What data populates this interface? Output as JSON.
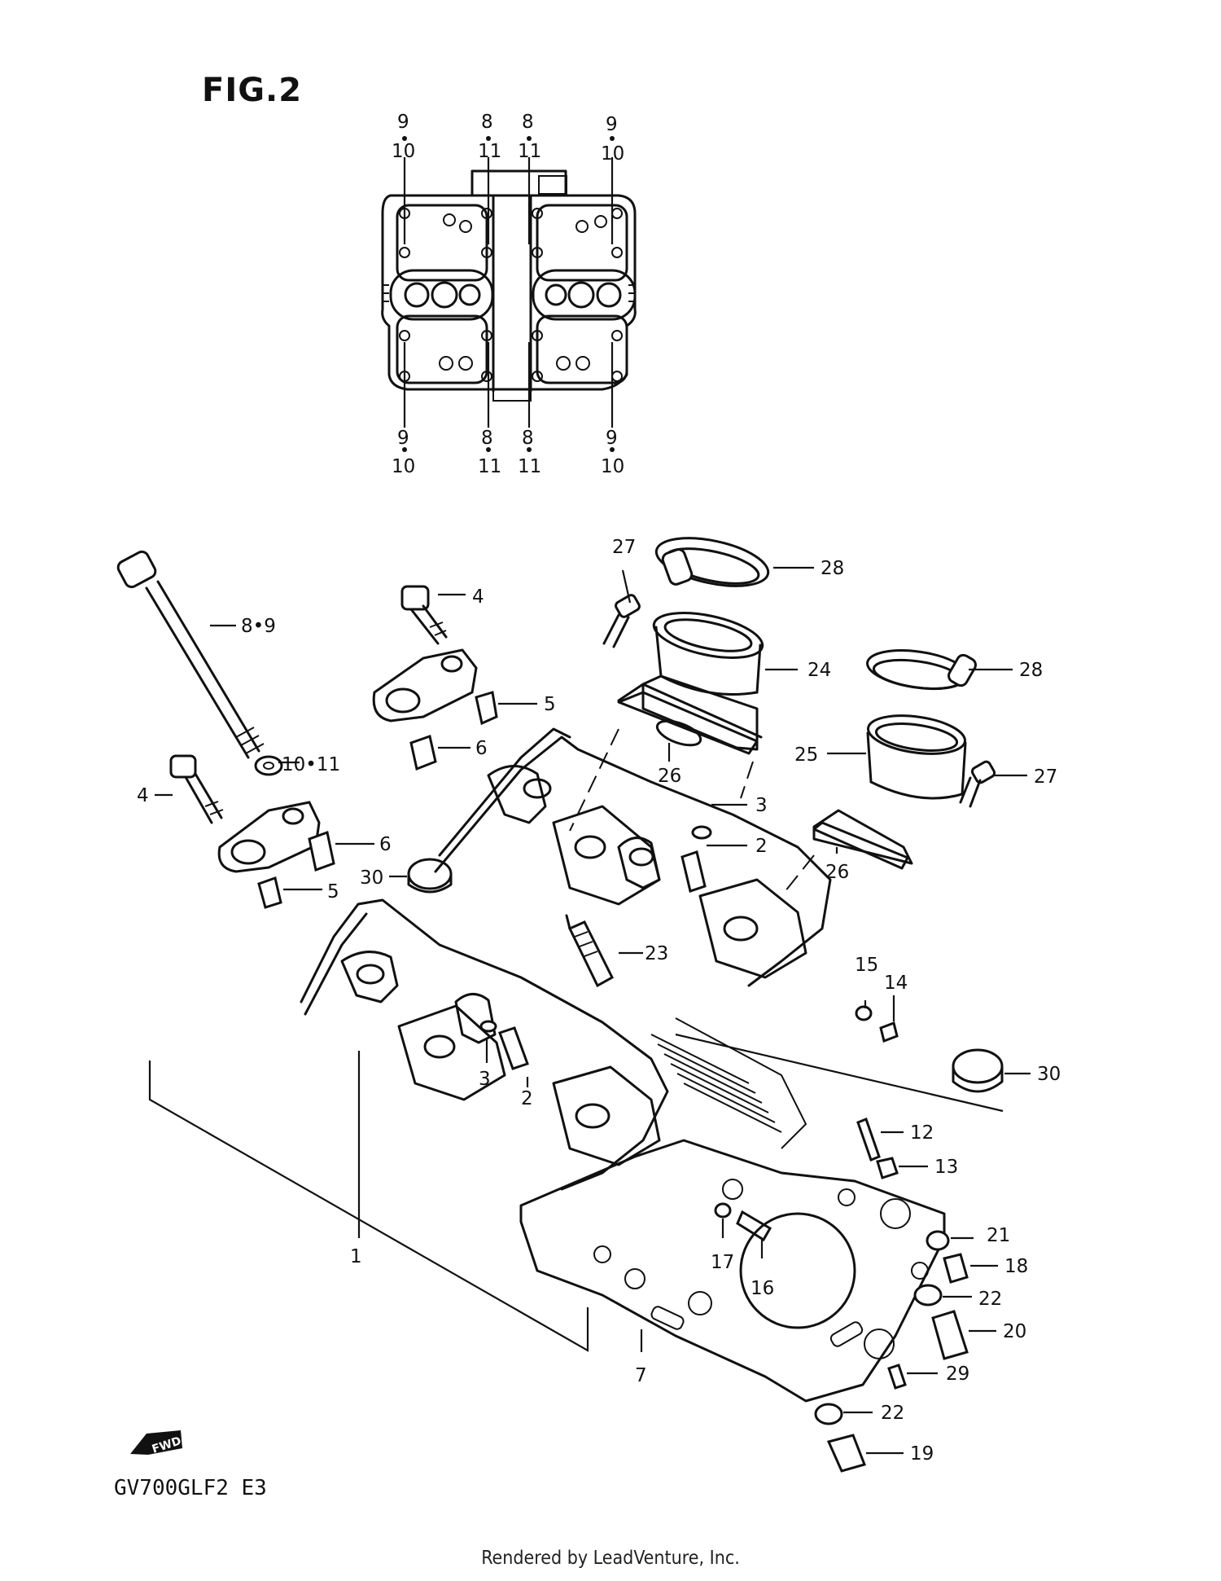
{
  "figure_title": "FIG.2",
  "model_code": "GV700GLF2  E3",
  "footer": "Rendered by LeadVenture, Inc.",
  "top_view_labels": {
    "top_left_a": "9",
    "top_left_b": "10",
    "top_mid1_a": "8",
    "top_mid1_b": "11",
    "top_mid2_a": "8",
    "top_mid2_b": "11",
    "top_right_a": "9",
    "top_right_b": "10",
    "bot_left_a": "9",
    "bot_left_b": "10",
    "bot_mid1_a": "8",
    "bot_mid1_b": "11",
    "bot_mid2_a": "8",
    "bot_mid2_b": "11",
    "bot_right_a": "9",
    "bot_right_b": "10"
  },
  "callouts": {
    "c1": "1",
    "c2a": "2",
    "c2b": "2",
    "c3a": "3",
    "c3b": "3",
    "c4a": "4",
    "c4b": "4",
    "c5a": "5",
    "c5b": "5",
    "c6a": "6",
    "c6b": "6",
    "c7": "7",
    "c89": "8•9",
    "c1011": "10•11",
    "c12": "12",
    "c13": "13",
    "c14": "14",
    "c15": "15",
    "c16": "16",
    "c17": "17",
    "c18": "18",
    "c19": "19",
    "c20": "20",
    "c21": "21",
    "c22a": "22",
    "c22b": "22",
    "c23": "23",
    "c24": "24",
    "c25": "25",
    "c26a": "26",
    "c26b": "26",
    "c27a": "27",
    "c27b": "27",
    "c28a": "28",
    "c28b": "28",
    "c29": "29",
    "c30a": "30",
    "c30b": "30"
  },
  "fwd_badge": "FWD",
  "icons": [
    "fwd-arrow-icon"
  ]
}
